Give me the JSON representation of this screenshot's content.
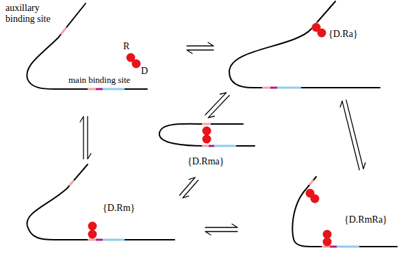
{
  "diagram": {
    "nodes": [
      {
        "text": [
          "auxillary binding site",
          "R",
          "main binding site",
          "D"
        ]
      },
      {
        "text": [
          "{D.Ra}"
        ]
      },
      {
        "text": [
          "{D.Rma}"
        ]
      },
      {
        "text": [
          "{D.Rm}"
        ]
      },
      {
        "text": [
          "{D.RmRa}"
        ]
      }
    ],
    "edges": [
      {
        "from": 0,
        "to": 1,
        "arrow": "both"
      },
      {
        "from": 0,
        "to": 3,
        "arrow": "both"
      },
      {
        "from": 1,
        "to": 4,
        "arrow": "both"
      },
      {
        "from": 1,
        "to": 2,
        "arrow": "both"
      },
      {
        "from": 3,
        "to": 2,
        "arrow": "both"
      },
      {
        "from": 3,
        "to": 4,
        "arrow": "both"
      }
    ]
  }
}
